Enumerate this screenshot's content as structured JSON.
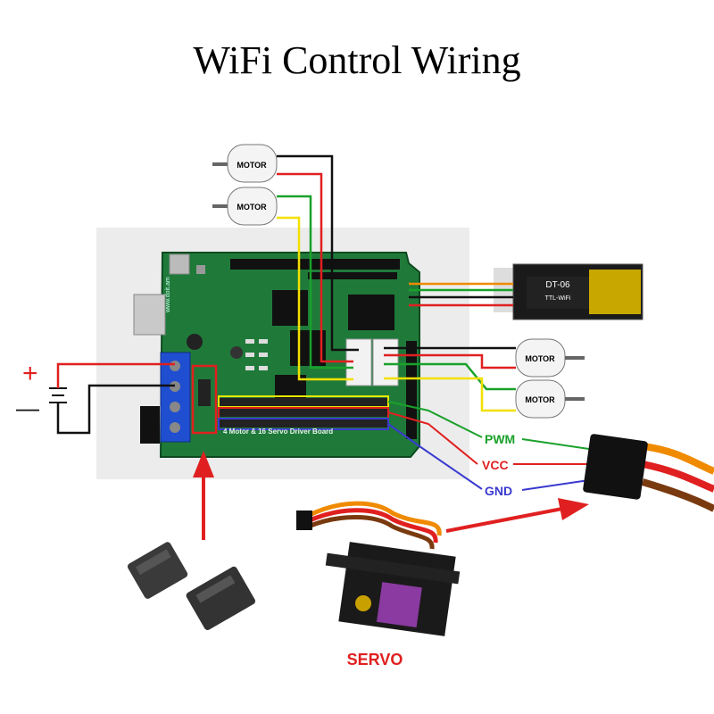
{
  "title": "WiFi  Control Wiring",
  "motors": [
    {
      "label": "MOTOR"
    },
    {
      "label": "MOTOR"
    },
    {
      "label": "MOTOR"
    },
    {
      "label": "MOTOR"
    }
  ],
  "battery": {
    "plus": "+",
    "minus": "—"
  },
  "servo_pins": {
    "pwm": "PWM",
    "vcc": "VCC",
    "gnd": "GND"
  },
  "servo_label": "SERVO",
  "module": {
    "label": "DT-06",
    "sub": "TTL-WiFi"
  },
  "board": {
    "label": "4 Motor & 16 Servo Driver Board",
    "site": "www.doit.am"
  },
  "colors": {
    "pcb": "#1f7a3a",
    "wire_black": "#111111",
    "wire_red": "#e02020",
    "wire_green": "#1aa12a",
    "wire_yellow": "#f3e000",
    "wire_orange": "#f08a00",
    "wire_blue": "#3a3ad0",
    "arrow_red": "#e02020",
    "servo_label": "#e02020"
  }
}
